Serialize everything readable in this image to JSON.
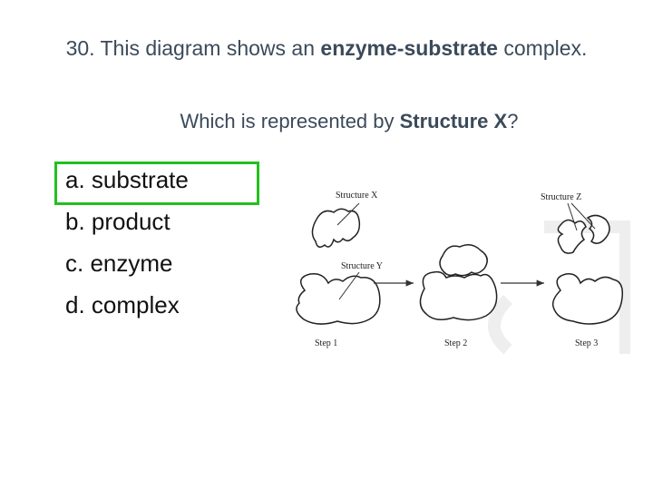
{
  "title": {
    "prefix": "30. This diagram shows an ",
    "bold": "enzyme-substrate",
    "suffix": " complex."
  },
  "question": {
    "prefix": "Which is represented by ",
    "bold": "Structure X",
    "suffix": "?"
  },
  "options": [
    {
      "label": "a. substrate",
      "highlighted": true
    },
    {
      "label": "b. product"
    },
    {
      "label": "c. enzyme"
    },
    {
      "label": "d. complex"
    }
  ],
  "highlight_color": "#22c01e",
  "diagram": {
    "labels": {
      "structure_x": "Structure X",
      "structure_y": "Structure Y",
      "structure_z": "Structure Z"
    },
    "steps": [
      "Step 1",
      "Step 2",
      "Step 3"
    ]
  }
}
